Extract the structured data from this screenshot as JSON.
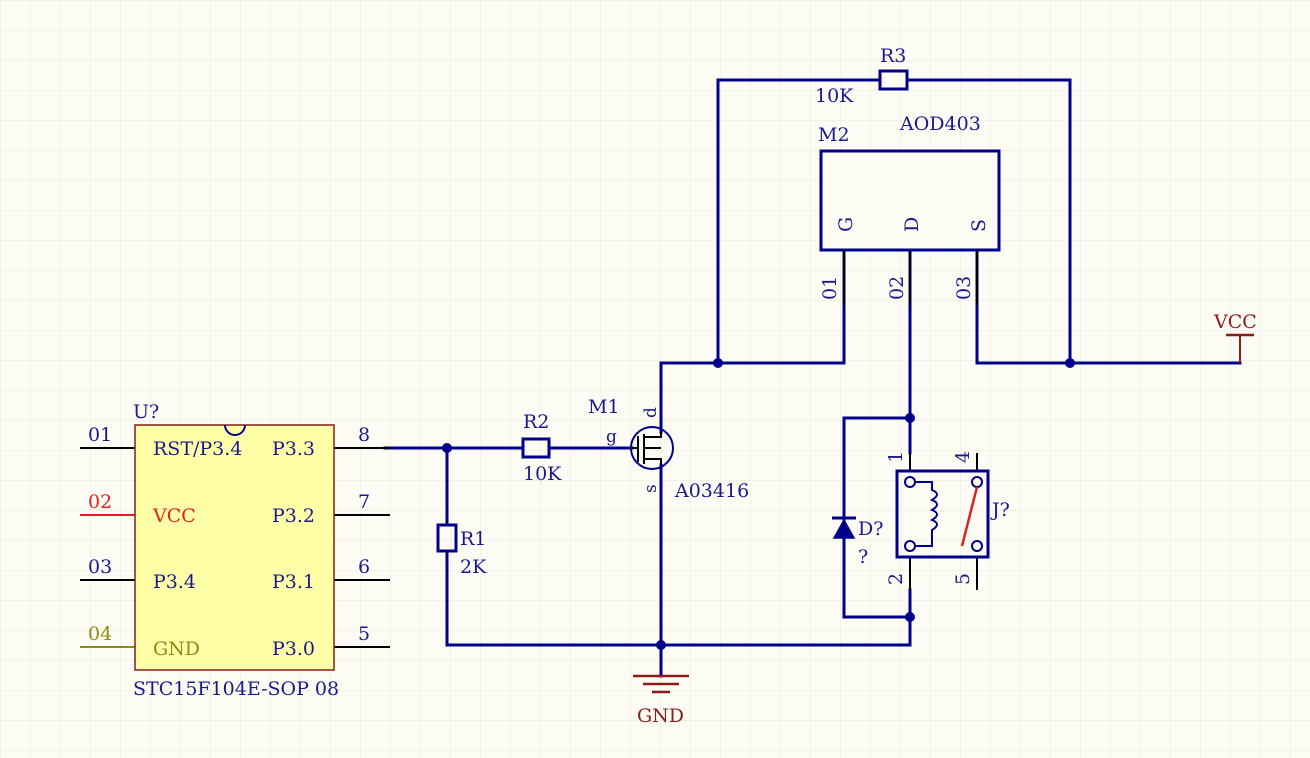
{
  "colors": {
    "wire": "#00008b",
    "text": "#1a1a8c",
    "power": "#8b1a1a",
    "chip_fill": "#ffffa8",
    "vcc_pin": "#e0201e",
    "gnd_pin": "#8b8b12",
    "grid": "#ebe9dc",
    "background": "#fcfbf4",
    "switch": "#e0201e"
  },
  "u1": {
    "designator": "U?",
    "part": "STC15F104E-SOP 08",
    "left_pins": [
      {
        "num": "01",
        "name": "RST/P3.4"
      },
      {
        "num": "02",
        "name": "VCC"
      },
      {
        "num": "03",
        "name": "P3.4"
      },
      {
        "num": "04",
        "name": "GND"
      }
    ],
    "right_pins": [
      {
        "num": "8",
        "name": "P3.3"
      },
      {
        "num": "7",
        "name": "P3.2"
      },
      {
        "num": "6",
        "name": "P3.1"
      },
      {
        "num": "5",
        "name": "P3.0"
      }
    ]
  },
  "r1": {
    "designator": "R1",
    "value": "2K"
  },
  "r2": {
    "designator": "R2",
    "value": "10K"
  },
  "r3": {
    "designator": "R3",
    "value": "10K"
  },
  "m1": {
    "designator": "M1",
    "part": "A03416",
    "pin_d": "d",
    "pin_g": "g",
    "pin_s": "s"
  },
  "m2": {
    "designator": "M2",
    "part": "AOD403",
    "pins": [
      {
        "name": "G",
        "num": "01"
      },
      {
        "name": "D",
        "num": "02"
      },
      {
        "name": "S",
        "num": "03"
      }
    ]
  },
  "d1": {
    "designator": "D?",
    "value": "?"
  },
  "j1": {
    "designator": "J?",
    "pins": [
      "1",
      "2",
      "4",
      "5"
    ]
  },
  "power": {
    "vcc": "VCC",
    "gnd": "GND"
  }
}
